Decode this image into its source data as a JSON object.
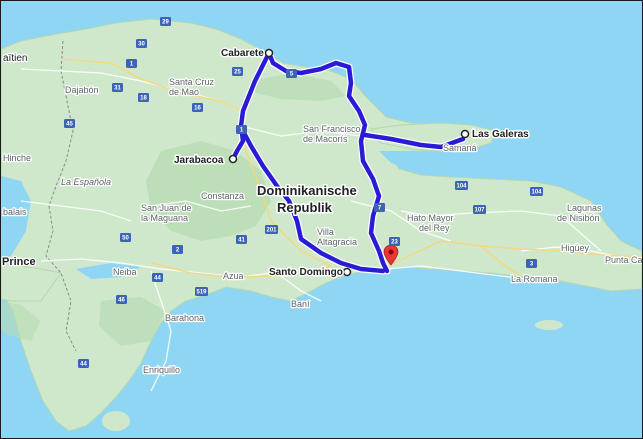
{
  "map": {
    "country_label_line1": "Dominikanische",
    "country_label_line2": "Republik",
    "region_label": "La Española",
    "colors": {
      "water": "#8fd6f4",
      "land": "#cfe8cc",
      "land_dark": "#b7dcb3",
      "route": "#2a1bd6",
      "pin": "#e53935"
    },
    "route_stops": [
      {
        "name": "Cabarete"
      },
      {
        "name": "Las Galeras"
      },
      {
        "name": "Jarabacoa"
      },
      {
        "name": "Santo Domingo"
      }
    ],
    "place_labels": {
      "haitien": "aïtien",
      "dajabon": "Dajabón",
      "santa_cruz_1": "Santa Cruz",
      "santa_cruz_2": "de Mao",
      "san_francisco_1": "San Francisco",
      "san_francisco_2": "de Macorís",
      "samana": "Samaná",
      "hinche": "Hinche",
      "constanza": "Constanza",
      "san_juan_1": "San Juan de",
      "san_juan_2": "la Maguana",
      "balais": "balais",
      "villa_altagracia_1": "Villa",
      "villa_altagracia_2": "Altagracia",
      "hato_mayor_1": "Hato Mayor",
      "hato_mayor_2": "del Rey",
      "lagunas_1": "Lagunas",
      "lagunas_2": "de Nisibón",
      "higuey": "Higüey",
      "punta_cana": "Punta Car",
      "prince": "Prince",
      "neiba": "Neiba",
      "azua": "Azua",
      "bani": "Baní",
      "la_romana": "La Romana",
      "barahona": "Barahona",
      "enriquillo": "Enriquillo"
    },
    "highway_shields": [
      "29",
      "30",
      "1",
      "31",
      "18",
      "5",
      "25",
      "16",
      "45",
      "1",
      "201",
      "41",
      "50",
      "2",
      "44",
      "519",
      "46",
      "44",
      "104",
      "107",
      "104",
      "7",
      "23",
      "3"
    ],
    "icons": [
      "location-pin-icon"
    ]
  }
}
